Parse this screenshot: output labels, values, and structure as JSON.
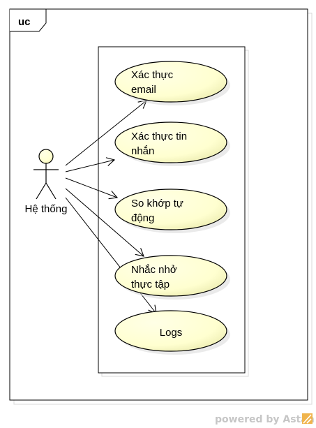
{
  "frame": {
    "label": "uc"
  },
  "actor": {
    "name": "Hệ thống"
  },
  "use_cases": [
    {
      "id": "uc-email",
      "lines": [
        "Xác thực",
        "email"
      ]
    },
    {
      "id": "uc-sms",
      "lines": [
        "Xác thực tin",
        "nhắn"
      ]
    },
    {
      "id": "uc-match",
      "lines": [
        "So khớp tự",
        "động"
      ]
    },
    {
      "id": "uc-remind",
      "lines": [
        "Nhắc nhở",
        "thực tập"
      ]
    },
    {
      "id": "uc-logs",
      "lines": [
        "Logs"
      ]
    }
  ],
  "watermark": {
    "text": "powered by Astah"
  },
  "colors": {
    "usecase_fill": "#ffffd2",
    "usecase_gradient_end": "#e7e7a8",
    "line": "#000000",
    "watermark": "#c6c6c6",
    "logo": "#f0b44c"
  }
}
